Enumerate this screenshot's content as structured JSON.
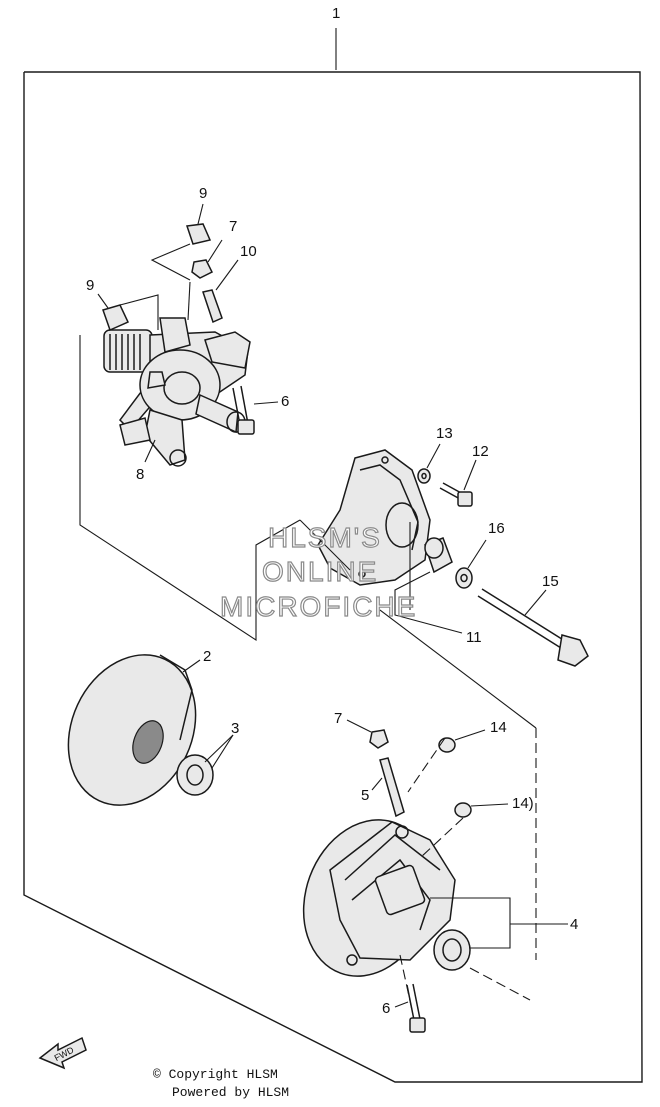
{
  "assembly_label": "1",
  "callouts": {
    "c2": "2",
    "c3": "3",
    "c4": "4",
    "c5": "5",
    "c6_top": "6",
    "c6_bottom": "6",
    "c7_top": "7",
    "c7_bottom": "7",
    "c8": "8",
    "c9_top": "9",
    "c9_left": "9",
    "c10": "10",
    "c11": "11",
    "c12": "12",
    "c13": "13",
    "c14_a": "14",
    "c14_b": "14)",
    "c15": "15",
    "c16": "16"
  },
  "watermark": {
    "line1": "HLSM'S",
    "line2": "ONLINE",
    "line3": "MICROFICHE"
  },
  "direction_label": "FWD",
  "footer": {
    "copyright": "© Copyright HLSM",
    "powered": "Powered by HLSM"
  }
}
